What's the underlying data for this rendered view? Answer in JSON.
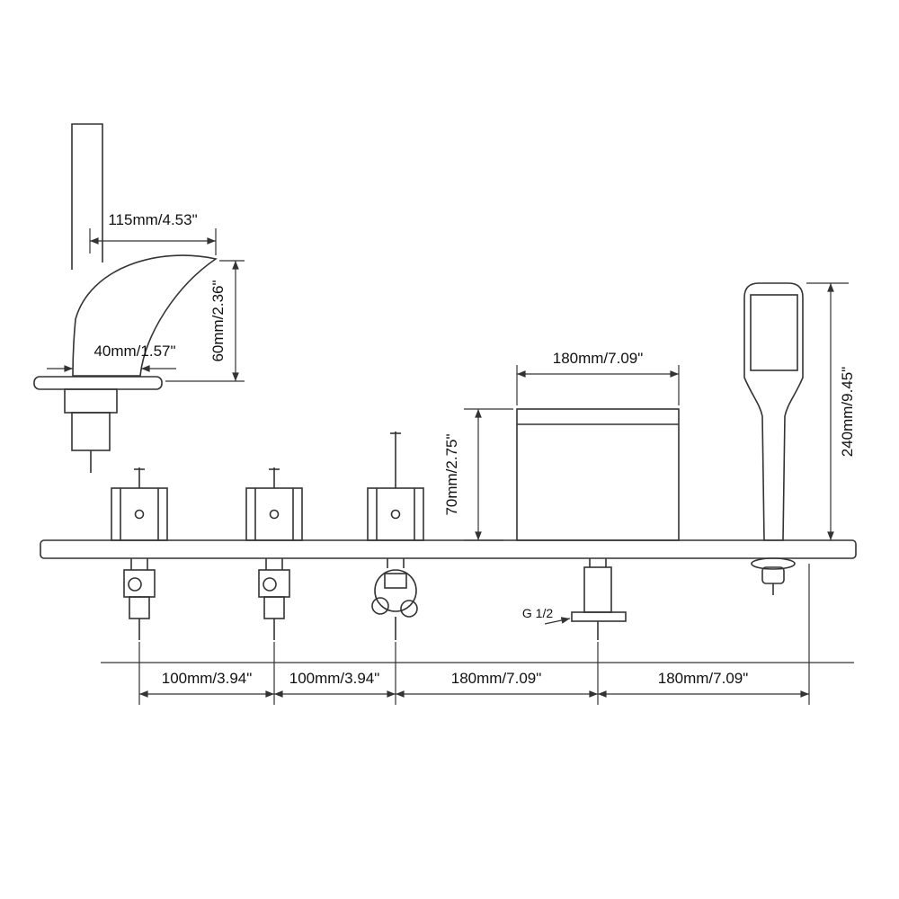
{
  "diagram": {
    "colors": {
      "line": "#333333",
      "background": "#ffffff",
      "text": "#111111"
    },
    "dimensions": {
      "spout_reach": "115mm/4.53\"",
      "spout_base_width": "40mm/1.57\"",
      "spout_drop_height": "60mm/2.36\"",
      "tub_spout_width": "180mm/7.09\"",
      "tub_spout_height": "70mm/2.75\"",
      "hand_shower_height": "240mm/9.45\"",
      "thread_label": "G 1/2",
      "handle_spacing_left": "100mm/3.94\"",
      "handle_spacing_mid": "100mm/3.94\"",
      "spout_spacing": "180mm/7.09\"",
      "shower_spacing": "180mm/7.09\""
    }
  }
}
